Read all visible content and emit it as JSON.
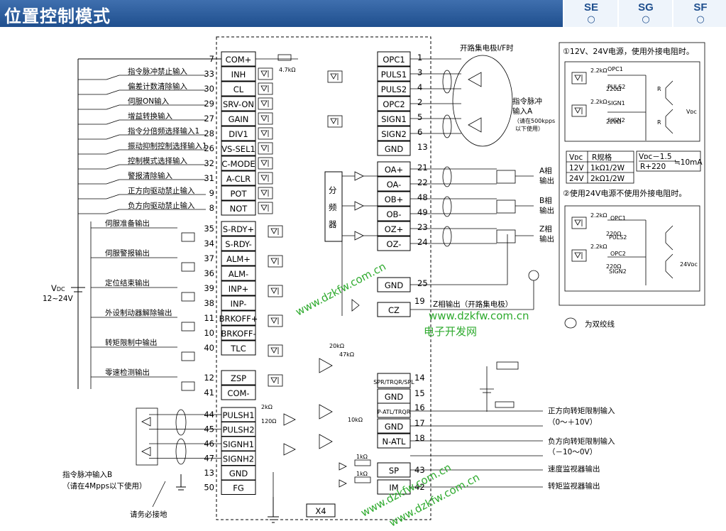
{
  "header": {
    "title": "位置控制模式",
    "modes": [
      {
        "label": "SE",
        "mark": "○"
      },
      {
        "label": "SG",
        "mark": "○"
      },
      {
        "label": "SF",
        "mark": "○"
      }
    ]
  },
  "left_inputs": [
    {
      "desc": "",
      "num": "7",
      "sig": "COM+"
    },
    {
      "desc": "指令脉冲禁止输入",
      "num": "33",
      "sig": "INH"
    },
    {
      "desc": "偏差计数清除输入",
      "num": "30",
      "sig": "CL"
    },
    {
      "desc": "伺服ON输入",
      "num": "29",
      "sig": "SRV-ON"
    },
    {
      "desc": "增益转换输入",
      "num": "27",
      "sig": "GAIN"
    },
    {
      "desc": "指令分倍频选择输入1",
      "num": "28",
      "sig": "DIV1"
    },
    {
      "desc": "振动抑制控制选择输入1",
      "num": "26",
      "sig": "VS-SEL1"
    },
    {
      "desc": "控制模式选择输入",
      "num": "32",
      "sig": "C-MODE"
    },
    {
      "desc": "警报清除输入",
      "num": "31",
      "sig": "A-CLR"
    },
    {
      "desc": "正方向驱动禁止输入",
      "num": "9",
      "sig": "POT"
    },
    {
      "desc": "负方向驱动禁止输入",
      "num": "8",
      "sig": "NOT"
    }
  ],
  "left_outputs": [
    {
      "desc": "伺服准备输出",
      "pins": [
        {
          "num": "35",
          "sig": "S-RDY+"
        },
        {
          "num": "34",
          "sig": "S-RDY-"
        }
      ]
    },
    {
      "desc": "伺服警报输出",
      "pins": [
        {
          "num": "37",
          "sig": "ALM+"
        },
        {
          "num": "36",
          "sig": "ALM-"
        }
      ]
    },
    {
      "desc": "定位结束输出",
      "pins": [
        {
          "num": "39",
          "sig": "INP+"
        },
        {
          "num": "38",
          "sig": "INP-"
        }
      ]
    },
    {
      "desc": "外设制动器解除输出",
      "pins": [
        {
          "num": "11",
          "sig": "BRKOFF+"
        },
        {
          "num": "10",
          "sig": "BRKOFF-"
        }
      ]
    },
    {
      "desc": "转矩限制中输出",
      "pins": [
        {
          "num": "40",
          "sig": "TLC"
        }
      ]
    },
    {
      "desc": "零速检测输出",
      "pins": [
        {
          "num": "12",
          "sig": "ZSP"
        },
        {
          "num": "41",
          "sig": "COM-"
        }
      ]
    }
  ],
  "left_pulse": [
    {
      "num": "44",
      "sig": "PULSH1"
    },
    {
      "num": "45",
      "sig": "PULSH2"
    },
    {
      "num": "46",
      "sig": "SIGNH1"
    },
    {
      "num": "47",
      "sig": "SIGNH2"
    },
    {
      "num": "13",
      "sig": "GND"
    },
    {
      "num": "50",
      "sig": "FG"
    }
  ],
  "vdc_label": "V",
  "vdc_sub": "DC",
  "vdc_range": "12~24V",
  "res_47k": "4.7kΩ",
  "pulse_b_note": [
    "指令脉冲输入B",
    "（请在4Mpps以下使用）"
  ],
  "ground_note": "请务必接地",
  "x4": "X4",
  "right_top": [
    {
      "num": "1",
      "sig": "OPC1"
    },
    {
      "num": "3",
      "sig": "PULS1"
    },
    {
      "num": "4",
      "sig": "PULS2"
    },
    {
      "num": "2",
      "sig": "OPC2"
    },
    {
      "num": "5",
      "sig": "SIGN1"
    },
    {
      "num": "6",
      "sig": "SIGN2"
    },
    {
      "num": "13",
      "sig": "GND"
    }
  ],
  "right_enc": [
    {
      "num": "21",
      "sig": "OA+"
    },
    {
      "num": "22",
      "sig": "OA-"
    },
    {
      "num": "48",
      "sig": "OB+"
    },
    {
      "num": "49",
      "sig": "OB-"
    },
    {
      "num": "23",
      "sig": "OZ+"
    },
    {
      "num": "24",
      "sig": "OZ-"
    }
  ],
  "right_gnd25": {
    "num": "25",
    "sig": "GND"
  },
  "right_cz": {
    "num": "19",
    "sig": "CZ"
  },
  "right_analog": [
    {
      "num": "14",
      "sig": "SPR/TRQR/SPL"
    },
    {
      "num": "15",
      "sig": "GND"
    },
    {
      "num": "16",
      "sig": "P-ATL/TRQR"
    },
    {
      "num": "17",
      "sig": "GND"
    },
    {
      "num": "18",
      "sig": "N-ATL"
    },
    {
      "num": "43",
      "sig": "SP"
    },
    {
      "num": "42",
      "sig": "IM"
    }
  ],
  "open_collector": "开路集电极I/F时",
  "pulse_a_note": [
    "指令脉冲",
    "输入A",
    "（请在500kpps",
    "以下使用）"
  ],
  "divider": [
    "分",
    "频",
    "器"
  ],
  "phase_labels": [
    [
      "A相",
      "输出"
    ],
    [
      "B相",
      "输出"
    ],
    [
      "Z相",
      "输出"
    ]
  ],
  "z_oc": "Z相输出（开路集电极）",
  "twisted_note": "为双绞线",
  "analog_notes": [
    {
      "title": "正方向转矩限制输入",
      "range": "（0～＋10V）"
    },
    {
      "title": "负方向转矩限制输入",
      "range": "（－10～0V）"
    }
  ],
  "monitor_notes": [
    "速度监视器输出",
    "转矩监视器输出"
  ],
  "r1k": "1kΩ",
  "inset1_title": "①12V、24V电源，使用外接电阻时。",
  "inset2_title": "②使用24V电源不使用外接电阻时。",
  "inset_vdc": "Vᴅᴄ",
  "inset_24v": "24Vᴅᴄ",
  "inset_r": "R",
  "r_table": {
    "headers": [
      "Vᴅᴄ",
      "R规格"
    ],
    "rows": [
      [
        "12V",
        "1kΩ1/2W"
      ],
      [
        "24V",
        "2kΩ1/2W"
      ]
    ]
  },
  "formula_num": "Vᴅᴄ－1.5",
  "formula_den": "R+220",
  "formula_res": "≒10mA",
  "r_values": [
    "2.2kΩ",
    "220Ω",
    "20kΩ",
    "47kΩ",
    "10kΩ",
    "2kΩ",
    "120Ω"
  ],
  "watermarks": [
    "www.dzkfw.com.cn",
    "www.dzkfw.com.cn",
    "电子开发网",
    "www.dzkfw.com.cn",
    "www.dzkfw.com.cn"
  ],
  "colors": {
    "header": "#2a5c9c",
    "watermark": "#2eaa2e"
  }
}
